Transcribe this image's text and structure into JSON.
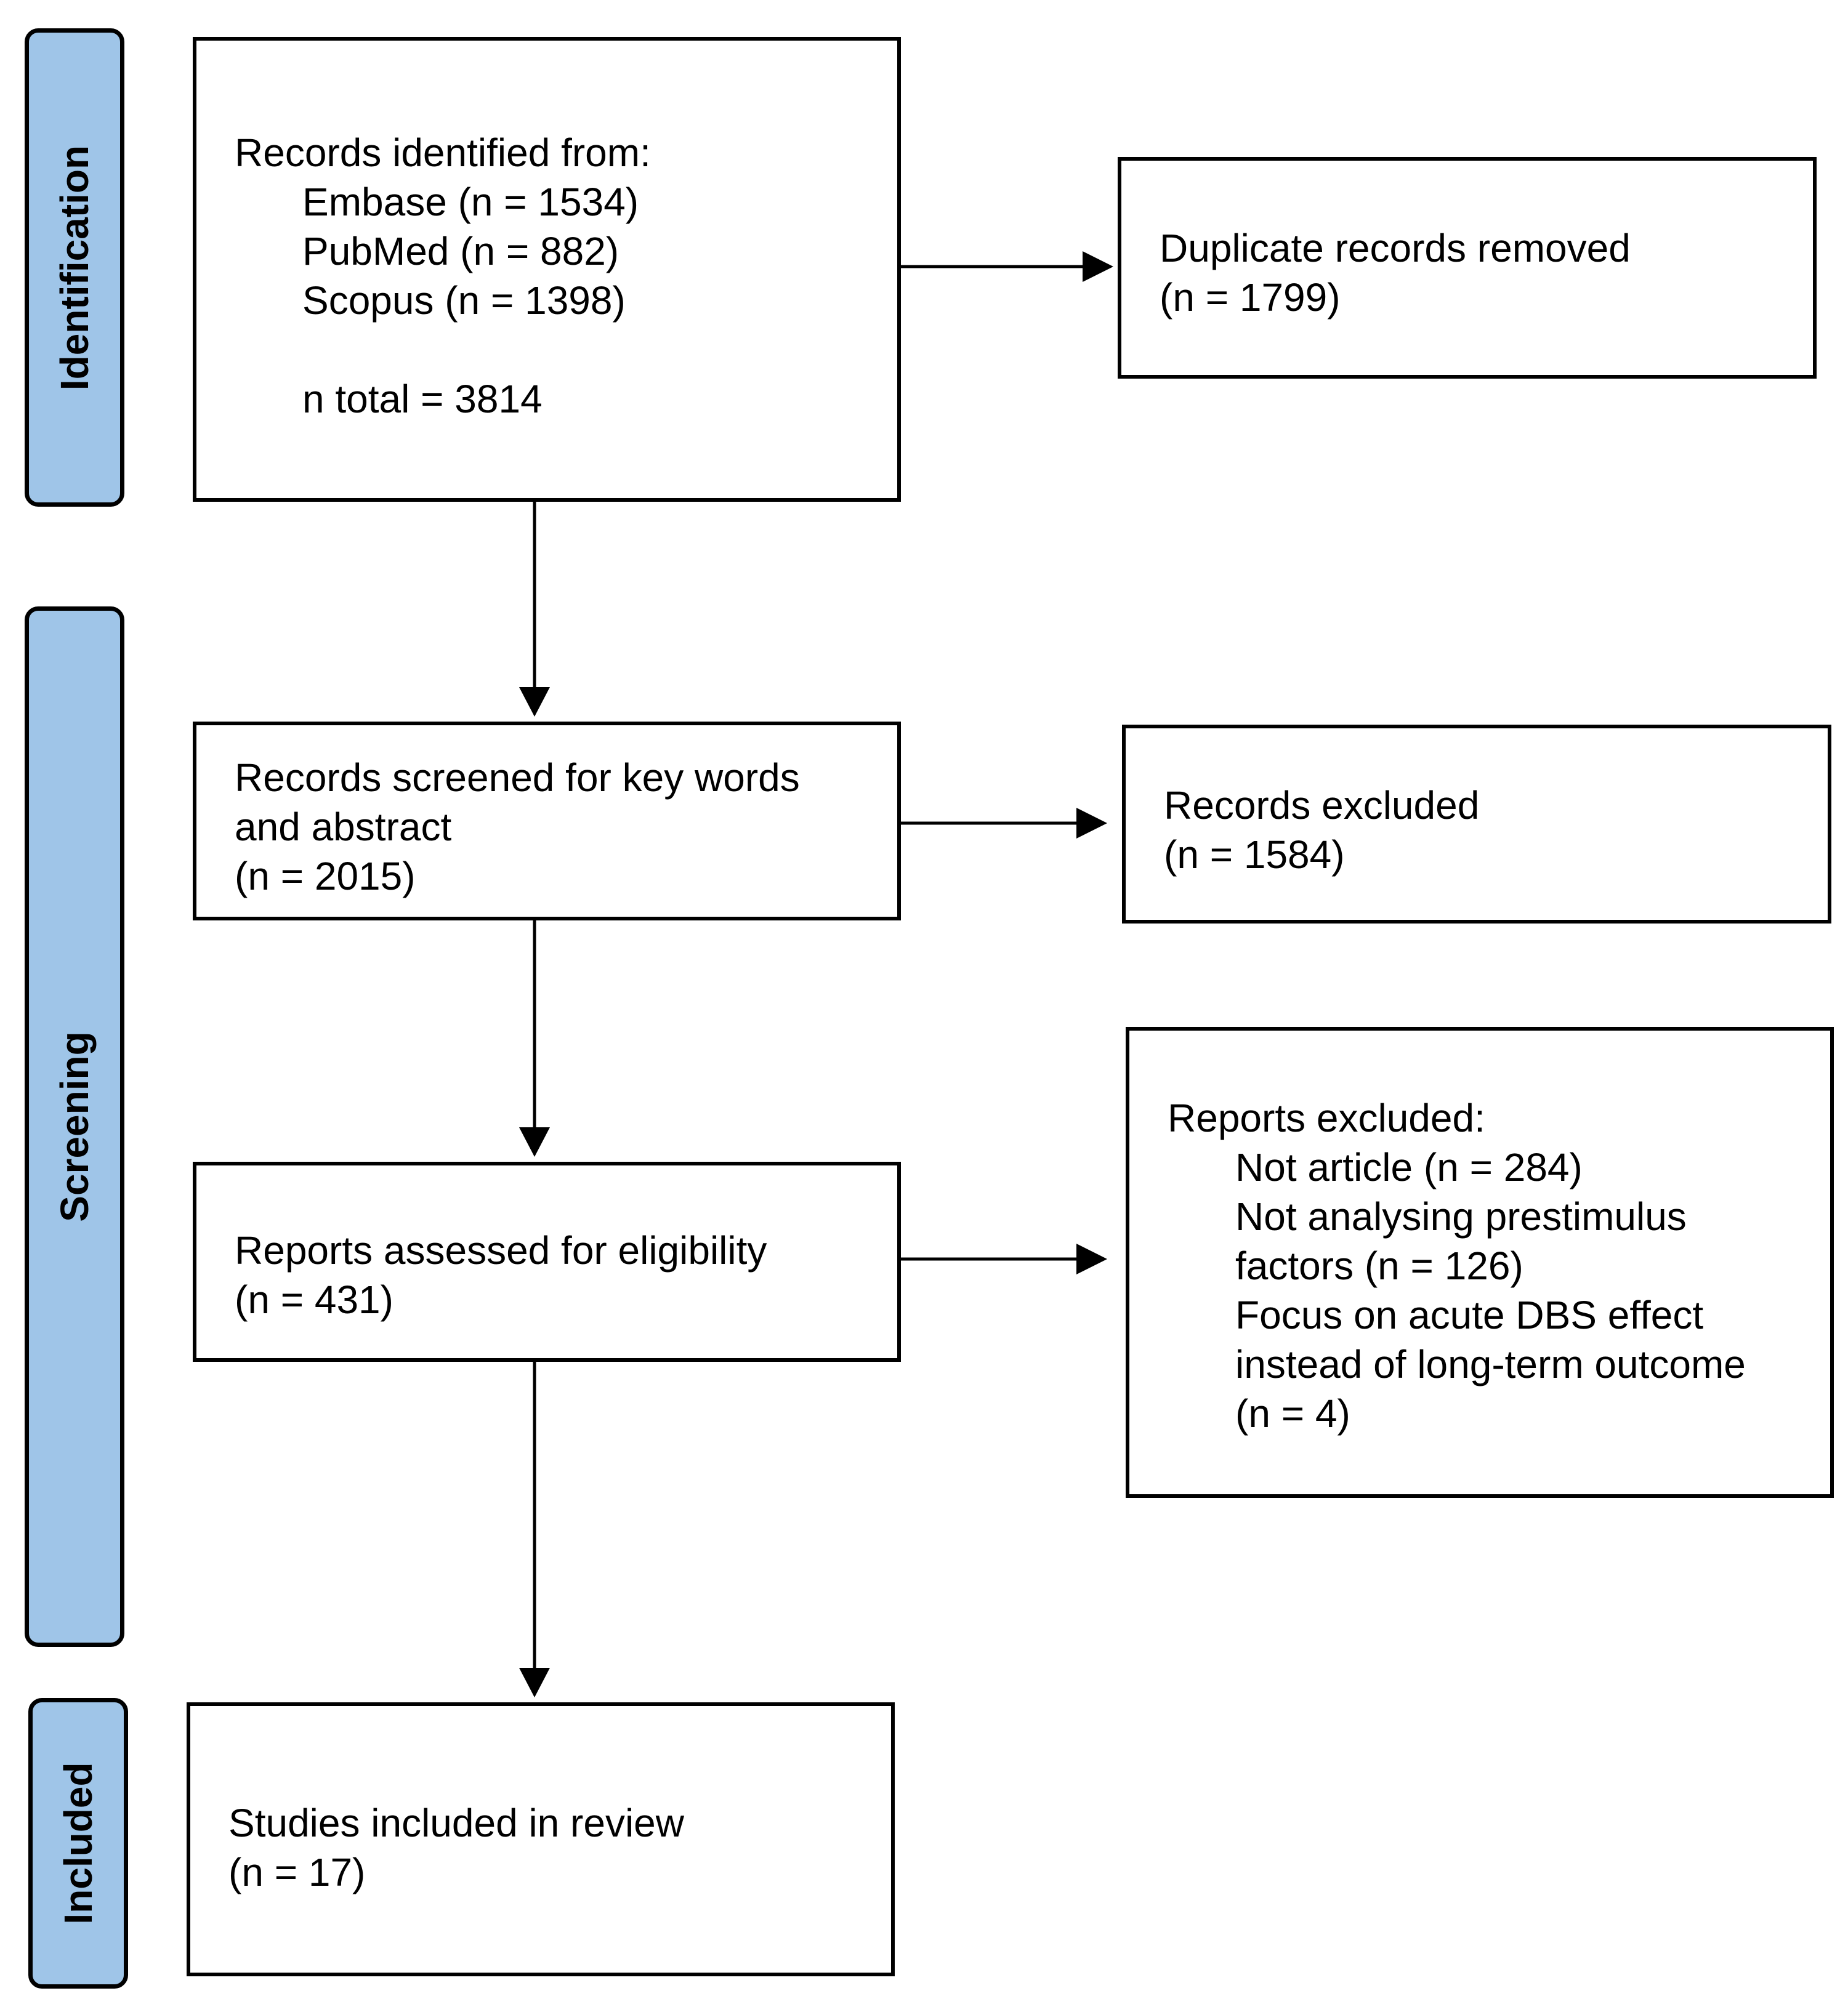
{
  "phases": {
    "identification": "Identification",
    "screening": "Screening",
    "included": "Included"
  },
  "records_identified": {
    "heading": "Records identified from:",
    "sources": [
      "Embase (n = 1534)",
      "PubMed (n = 882)",
      "Scopus (n = 1398)"
    ],
    "total": "n total = 3814"
  },
  "duplicates_removed": {
    "text": "Duplicate records removed",
    "count": "(n = 1799)"
  },
  "records_screened": {
    "line1": "Records screened for key words",
    "line2": "and abstract",
    "count": "(n = 2015)"
  },
  "records_excluded": {
    "text": "Records excluded",
    "count": "(n = 1584)"
  },
  "reports_assessed": {
    "text": "Reports assessed for eligibility",
    "count": "(n = 431)"
  },
  "reports_excluded": {
    "heading": "Reports excluded:",
    "lines": [
      "Not article (n = 284)",
      "Not analysing prestimulus",
      "factors (n = 126)",
      "Focus on acute DBS effect",
      "instead of long-term outcome",
      "(n = 4)"
    ]
  },
  "studies_included": {
    "text": "Studies included in review",
    "count": "(n = 17)"
  }
}
